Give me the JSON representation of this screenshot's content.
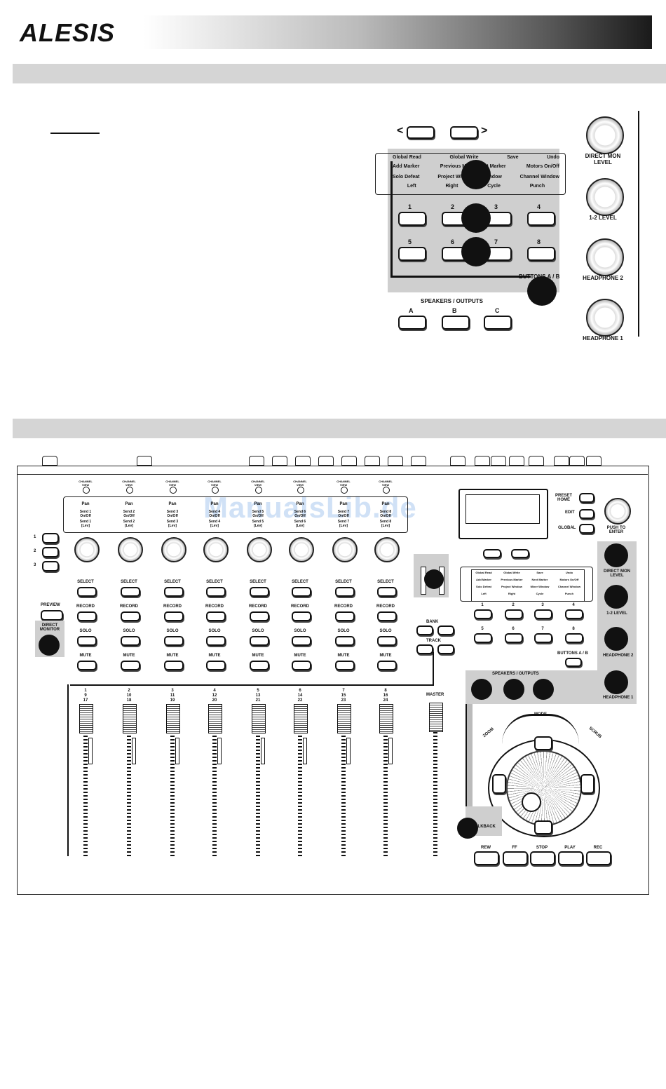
{
  "header": {
    "brand": "ALESIS"
  },
  "watermark": "ManualsLib.de",
  "fig1": {
    "functions_row1": [
      "Global Read",
      "Global Write",
      "Save",
      "Undo"
    ],
    "functions_row2": [
      "Add Marker",
      "Previous M",
      "t Marker",
      "Motors On/Off"
    ],
    "functions_row3": [
      "Solo Defeat",
      "Project Wi",
      "r Window",
      "Channel Window"
    ],
    "functions_row4": [
      "Left",
      "Right",
      "Cycle",
      "Punch"
    ],
    "numbers_top": [
      "1",
      "2",
      "3",
      "4"
    ],
    "numbers_bottom": [
      "5",
      "6",
      "7",
      "8"
    ],
    "buttons_ab_label": "BUTTONS A / B",
    "speakers_label": "SPEAKERS / OUTPUTS",
    "speaker_buttons": [
      "A",
      "B",
      "C"
    ],
    "knob_labels": [
      "DIRECT MON\nLEVEL",
      "1-2 LEVEL",
      "HEADPHONE 2",
      "HEADPHONE 1"
    ],
    "arrow_left": "<",
    "arrow_right": ">"
  },
  "fig2": {
    "channel_top": "CHANNEL\nVIEW",
    "strip_labels": {
      "pan": "Pan",
      "send1": "Send 1\nOn/Off",
      "sendb": "Send 1\n[Lev]"
    },
    "channel_buttons": [
      "SELECT",
      "RECORD",
      "SOLO",
      "MUTE"
    ],
    "left_buttons": [
      "1",
      "2",
      "3"
    ],
    "preview": "PREVIEW",
    "direct_monitor": "DIRECT\nMONITOR",
    "bank": "BANK",
    "track": "TRACK",
    "right_side": [
      "PRESET\nHOME",
      "EDIT",
      "GLOBAL"
    ],
    "push_enter": "PUSH TO\nENTER",
    "mini_functions": [
      "Global Read",
      "Global Write",
      "Save",
      "Undo",
      "Add Marker",
      "Previous Marker",
      "Next Marker",
      "Motors On/Off",
      "Solo Defeat",
      "Project Window",
      "Mixer Window",
      "Channel Window",
      "Left",
      "Right",
      "Cycle",
      "Punch"
    ],
    "mini_numbers": [
      "1",
      "2",
      "3",
      "4",
      "5",
      "6",
      "7",
      "8"
    ],
    "buttons_ab": "BUTTONS A / B",
    "speakers_outputs": "SPEAKERS / OUTPUTS",
    "right_knobs": [
      "DIRECT MON\nLEVEL",
      "1-2 LEVEL",
      "HEADPHONE 2",
      "HEADPHONE 1"
    ],
    "mode": "MODE",
    "zoom": "ZOOM",
    "scrub": "SCRUB",
    "talkback": "TALKBACK",
    "transport": [
      "REW",
      "FF",
      "STOP",
      "PLAY",
      "REC"
    ],
    "master": "MASTER",
    "fader_top": [
      "1",
      "2",
      "3",
      "4",
      "5",
      "6",
      "7",
      "8"
    ],
    "fader_mid": [
      "9",
      "10",
      "11",
      "12",
      "13",
      "14",
      "15",
      "16"
    ],
    "fader_bot": [
      "17",
      "18",
      "19",
      "20",
      "21",
      "22",
      "23",
      "24"
    ]
  }
}
